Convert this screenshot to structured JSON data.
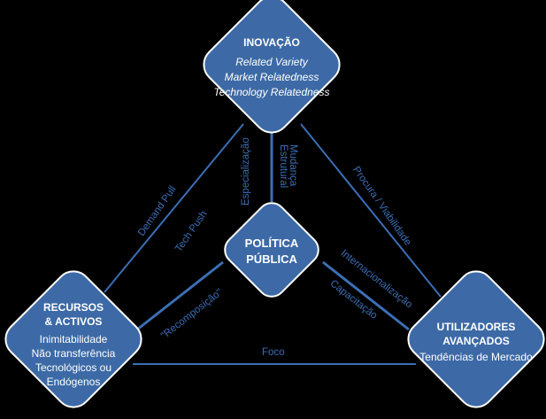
{
  "colors": {
    "background": "#000000",
    "node_fill": "#3d6aa6",
    "node_stroke": "#ffffff",
    "edge": "#3b6fb6",
    "edge_label": "#3b6fb6"
  },
  "nodes": {
    "inovacao": {
      "title": "INOVAÇÃO",
      "lines": [
        "Related Variety",
        "Market Relatedness",
        "Technology Relatedness"
      ]
    },
    "politica": {
      "title_lines": [
        "POLÍTICA",
        "PÚBLICA"
      ]
    },
    "recursos": {
      "title_lines": [
        "RECURSOS",
        "& ACTIVOS"
      ],
      "lines": [
        "Inimitabilidade",
        "Não transferência",
        "Tecnológicos ou",
        "Endógenos"
      ]
    },
    "utilizadores": {
      "title_lines": [
        "UTILIZADORES",
        "AVANÇADOS"
      ],
      "lines": [
        "Tendências de Mercado"
      ]
    }
  },
  "edges": {
    "demand_pull": "Demand Pull",
    "tech_push": "Tech Push",
    "especializacao": "Especialização",
    "mudanca_estrutural_1": "Mudança",
    "mudanca_estrutural_2": "Estrutural",
    "procura_viabilidade": "Procura / Viabilidade",
    "recomposicao": "\"Recomposição\"",
    "internacionalizacao": "Internacionalização",
    "capacitacao": "Capacitação",
    "foco": "Foco"
  }
}
